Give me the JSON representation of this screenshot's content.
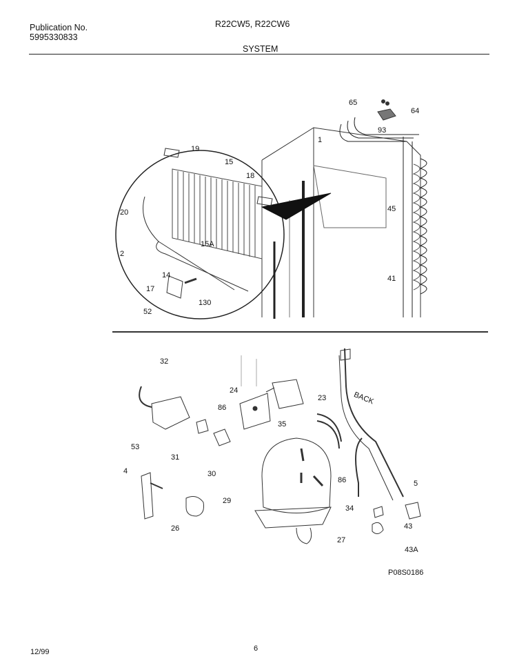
{
  "header": {
    "publication_label": "Publication No.",
    "publication_number": "5995330833",
    "models": "R22CW5, R22CW6",
    "section": "SYSTEM"
  },
  "footer": {
    "date": "12/99",
    "page": "6",
    "drawing_code": "P08S0186"
  },
  "callouts": {
    "c65": "65",
    "c64": "64",
    "c93": "93",
    "c1": "1",
    "c19": "19",
    "c15": "15",
    "c18": "18",
    "c20": "20",
    "c15a": "15A",
    "c2": "2",
    "c14": "14",
    "c17": "17",
    "c130": "130",
    "c52": "52",
    "c45": "45",
    "c41": "41",
    "c32": "32",
    "c24": "24",
    "c86a": "86",
    "c23": "23",
    "back": "BACK",
    "c35": "35",
    "c53": "53",
    "c31": "31",
    "c4": "4",
    "c30": "30",
    "c86b": "86",
    "c5": "5",
    "c29": "29",
    "c34": "34",
    "c26": "26",
    "c43": "43",
    "c27": "27",
    "c43a": "43A"
  }
}
